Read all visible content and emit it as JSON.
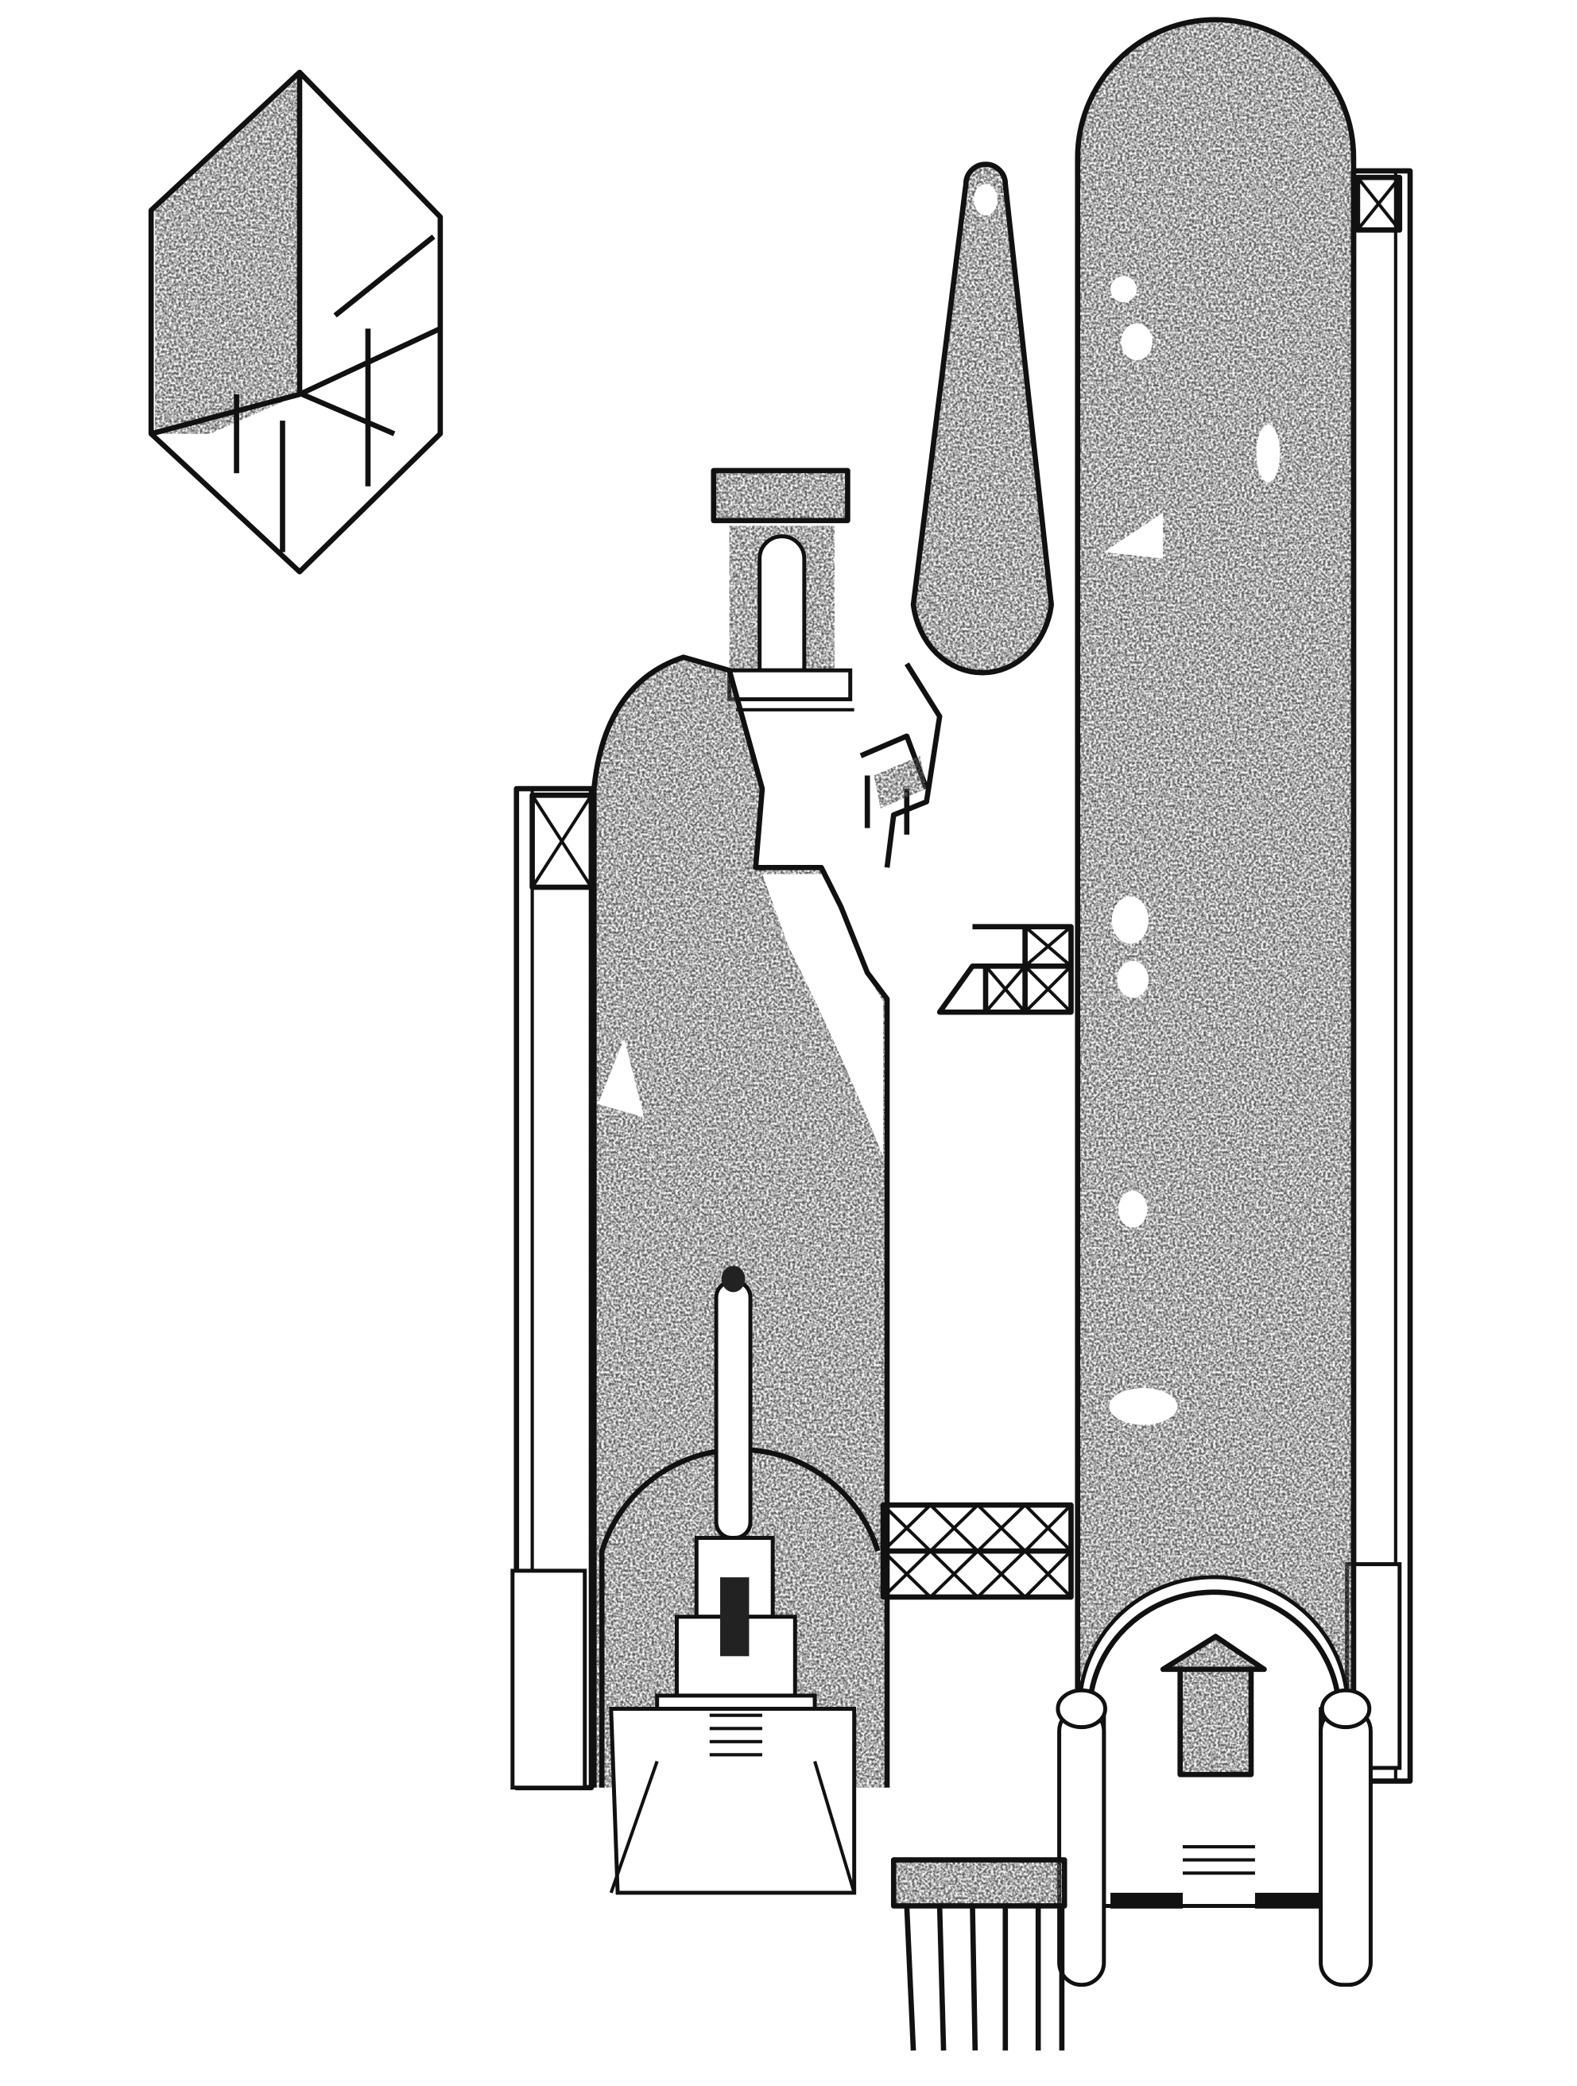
{
  "drawing": {
    "colors": {
      "ink": "#111111",
      "paper": "#ffffff",
      "texture_dark": "#2a2a2a",
      "texture_light": "#6a6a6a"
    },
    "elements": [
      "isometric-cube",
      "tall-rounded-tower",
      "obelisk",
      "small-temple",
      "ruined-tower",
      "scaffold-frames",
      "truss-bridge",
      "arched-gateway",
      "comb-structure"
    ]
  }
}
